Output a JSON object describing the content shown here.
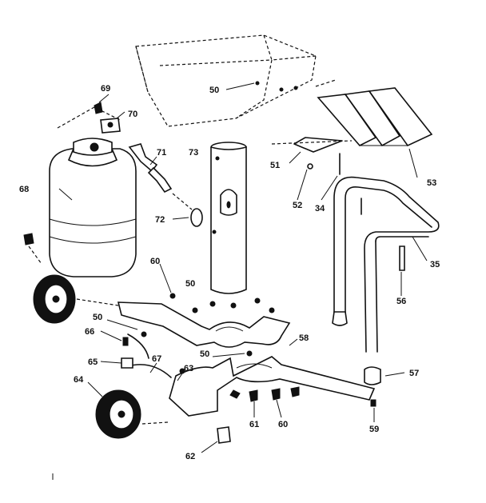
{
  "labels": {
    "p50a": "50",
    "p69": "69",
    "p70": "70",
    "p51": "51",
    "p53": "53",
    "p71": "71",
    "p73": "73",
    "p68": "68",
    "p52": "52",
    "p34": "34",
    "p72": "72",
    "p35": "35",
    "p60a": "60",
    "p50b": "50",
    "p56": "56",
    "p50c": "50",
    "p66": "66",
    "p58": "58",
    "p50d": "50",
    "p65": "65",
    "p67": "67",
    "p63": "63",
    "p64": "64",
    "p57": "57",
    "p61": "61",
    "p60b": "60",
    "p59": "59",
    "p62": "62"
  }
}
